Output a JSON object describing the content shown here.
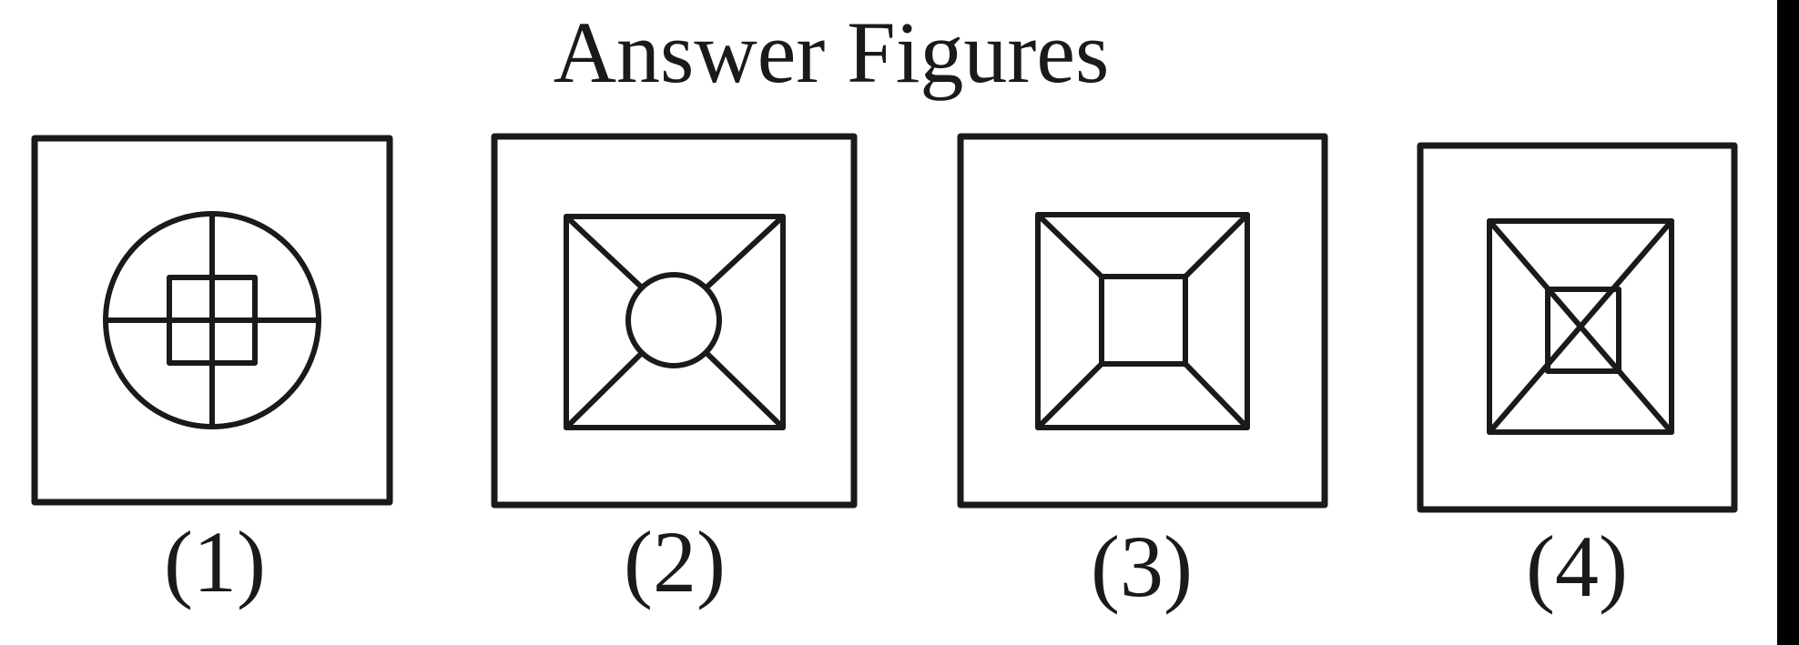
{
  "title": "Answer Figures",
  "figures": [
    {
      "label": "(1)",
      "icon": "circle-cross-small-square-icon"
    },
    {
      "label": "(2)",
      "icon": "square-diagonals-circle-icon"
    },
    {
      "label": "(3)",
      "icon": "square-diagonals-square-icon"
    },
    {
      "label": "(4)",
      "icon": "square-diagonals-crossed-square-icon"
    }
  ],
  "colors": {
    "ink": "#1a1a1a",
    "background": "#ffffff"
  }
}
